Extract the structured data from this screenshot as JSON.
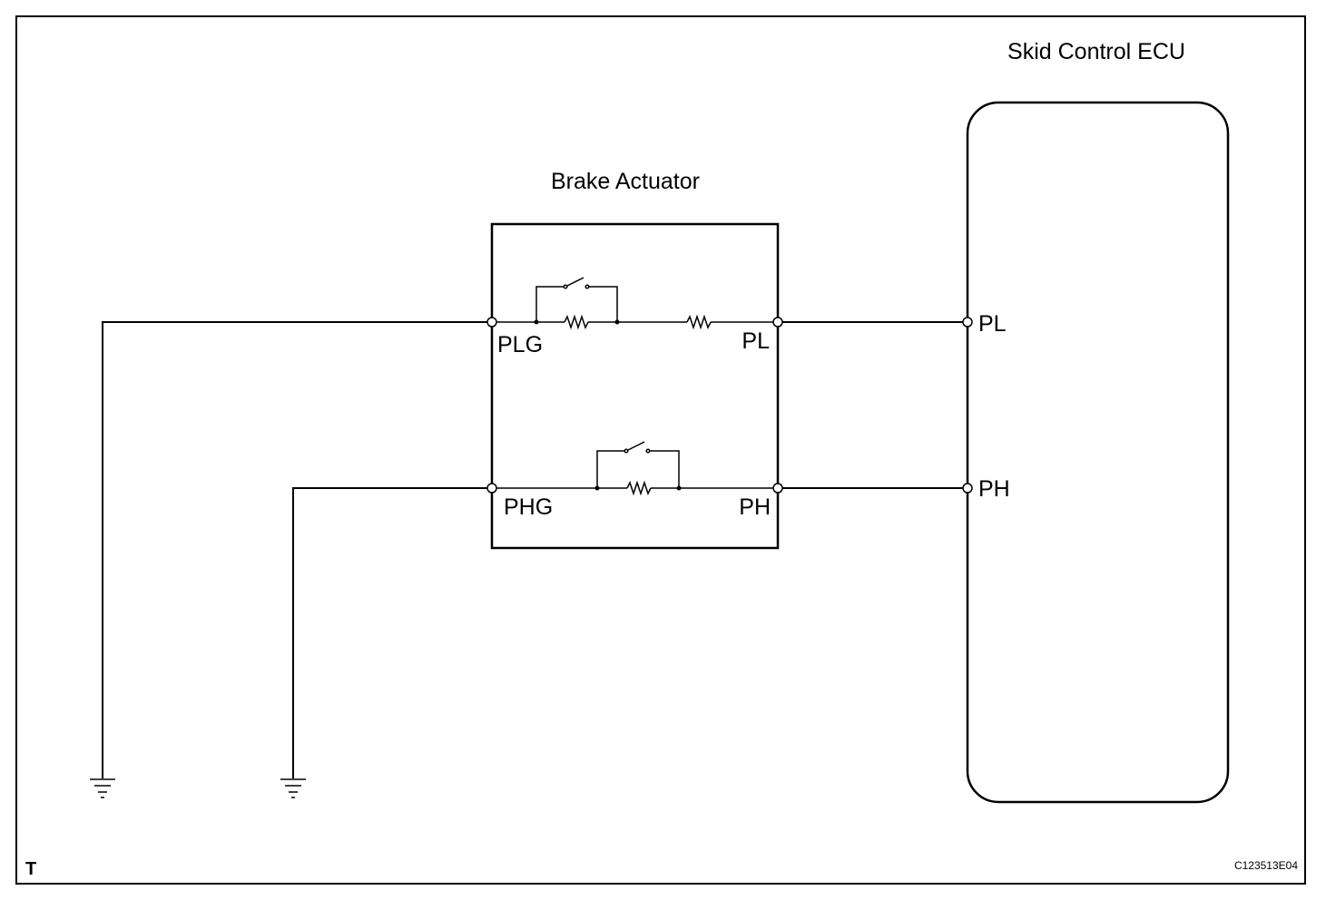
{
  "components": {
    "brake_actuator": {
      "title": "Brake Actuator"
    },
    "skid_control_ecu": {
      "title": "Skid Control ECU"
    }
  },
  "pins": {
    "actuator": {
      "plg": "PLG",
      "pl": "PL",
      "phg": "PHG",
      "ph": "PH"
    },
    "ecu": {
      "pl": "PL",
      "ph": "PH"
    }
  },
  "footer": {
    "marker": "T",
    "figure_code": "C123513E04"
  },
  "icons": [
    "ground-icon",
    "switch-icon",
    "resistor-icon",
    "terminal-icon"
  ]
}
